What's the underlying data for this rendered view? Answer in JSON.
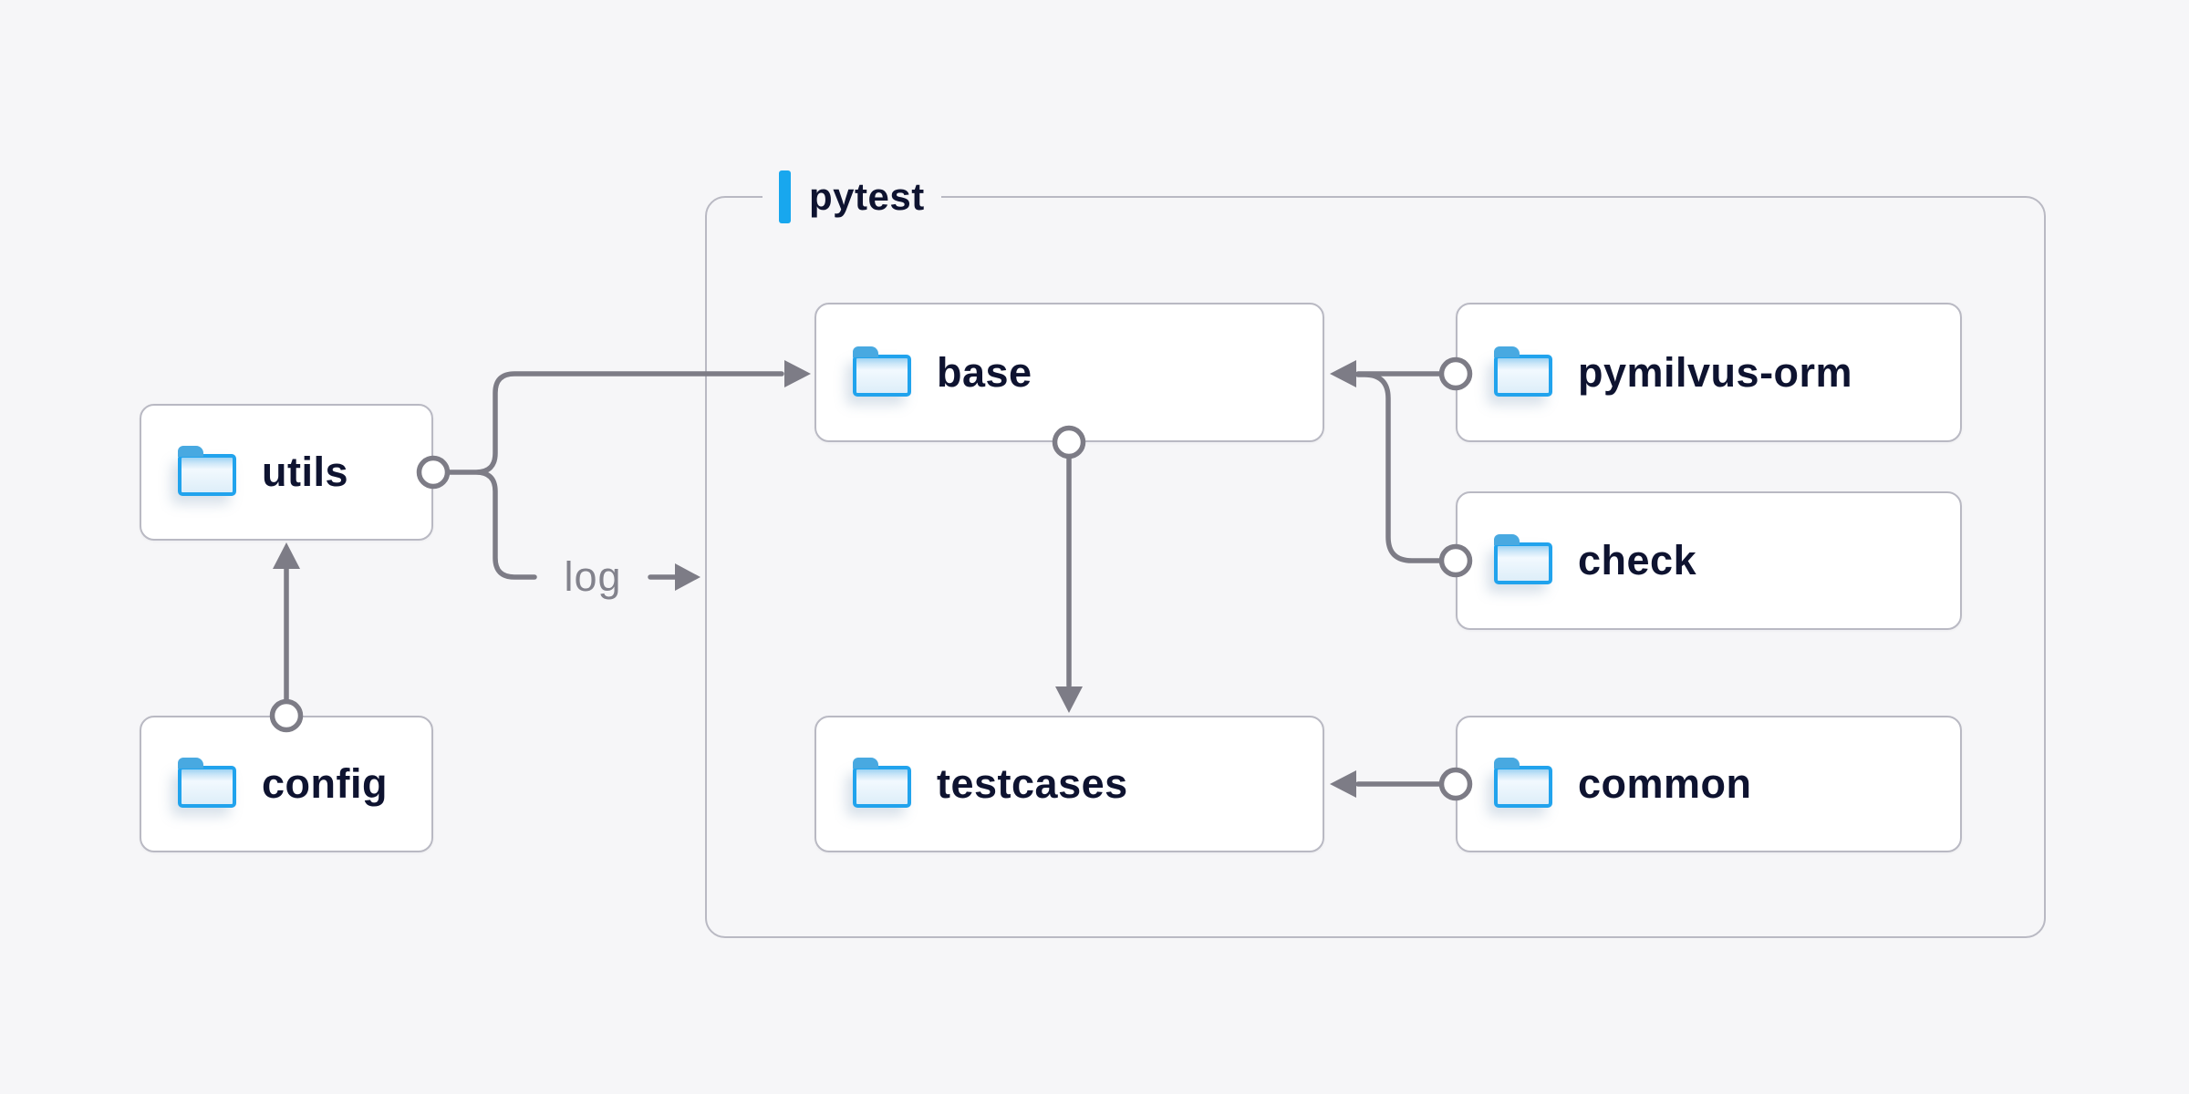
{
  "theme": {
    "page_bg": "#f6f6f8",
    "node_bg": "#ffffff",
    "node_border": "#b9b9c3",
    "text_navy": "#0e1330",
    "connector_gray": "#7d7c86",
    "muted_label_gray": "#82828c",
    "accent_blue": "#18a7ee",
    "folder_blue": "#21a3ed",
    "folder_tab_blue": "#48a9e1"
  },
  "container": {
    "label": "pytest"
  },
  "nodes": {
    "utils": {
      "label": "utils",
      "icon": "folder-icon"
    },
    "config": {
      "label": "config",
      "icon": "folder-icon"
    },
    "base": {
      "label": "base",
      "icon": "folder-icon"
    },
    "testcases": {
      "label": "testcases",
      "icon": "folder-icon"
    },
    "pymilvus": {
      "label": "pymilvus-orm",
      "icon": "folder-icon"
    },
    "check": {
      "label": "check",
      "icon": "folder-icon"
    },
    "common": {
      "label": "common",
      "icon": "folder-icon"
    }
  },
  "annotations": {
    "log": "log"
  },
  "edges": [
    {
      "from": "config",
      "to": "utils",
      "style": "arrow-up"
    },
    {
      "from": "utils",
      "to": "base",
      "style": "arrow-right-branch"
    },
    {
      "from": "utils",
      "to": "log",
      "style": "labeled-branch",
      "label": "log"
    },
    {
      "from": "base",
      "to": "testcases",
      "style": "arrow-down"
    },
    {
      "from": "pymilvus-orm",
      "to": "base",
      "style": "arrow-left"
    },
    {
      "from": "check",
      "to": "base",
      "style": "arrow-left-merge"
    },
    {
      "from": "common",
      "to": "testcases",
      "style": "arrow-left"
    }
  ]
}
